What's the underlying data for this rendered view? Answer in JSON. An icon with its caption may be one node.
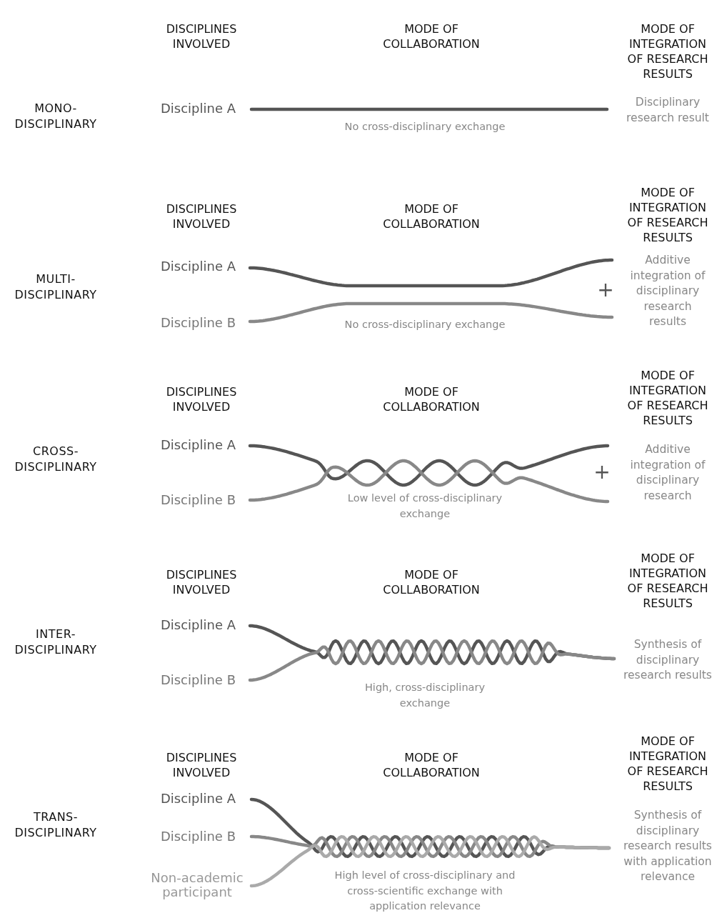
{
  "diagram": {
    "labels": [
      "DISCIPLINES INVOLVED",
      "MODE OF COLLABORATION",
      "MODE OF INTEGRATION OF RESEARCH RESULTS",
      "MONO- DISCIPLINARY",
      "Discipline A",
      "Disciplinary research result",
      "No cross-disciplinary exchange",
      "DISCIPLINES INVOLVED",
      "MODE OF COLLABORATION",
      "MODE OF INTEGRATION OF RESEARCH RESULTS",
      "MULTI- DISCIPLINARY",
      "Discipline A",
      "Additive integration of disciplinary research results",
      "+",
      "Discipline B",
      "No cross-disciplinary exchange",
      "DISCIPLINES INVOLVED",
      "MODE OF COLLABORATION",
      "MODE OF INTEGRATION OF RESEARCH RESULTS",
      "CROSS- DISCIPLINARY",
      "Discipline A",
      "Additive integration of disciplinary research",
      "+",
      "Discipline B",
      "Low level of cross-disciplinary exchange",
      "DISCIPLINES INVOLVED",
      "MODE OF COLLABORATION",
      "MODE OF INTEGRATION OF RESEARCH RESULTS",
      "INTER- DISCIPLINARY",
      "Discipline A",
      "Synthesis of disciplinary research results",
      "Discipline B",
      "High, cross-disciplinary exchange",
      "DISCIPLINES INVOLVED",
      "MODE OF COLLABORATION",
      "MODE OF INTEGRATION OF RESEARCH RESULTS",
      "TRANS- DISCIPLINARY",
      "Discipline A",
      "Synthesis of disciplinary research results with application relevance",
      "Discipline B",
      "Non-academic participant",
      "High level of cross-disciplinary and cross-scientific exchange with application relevance"
    ]
  }
}
